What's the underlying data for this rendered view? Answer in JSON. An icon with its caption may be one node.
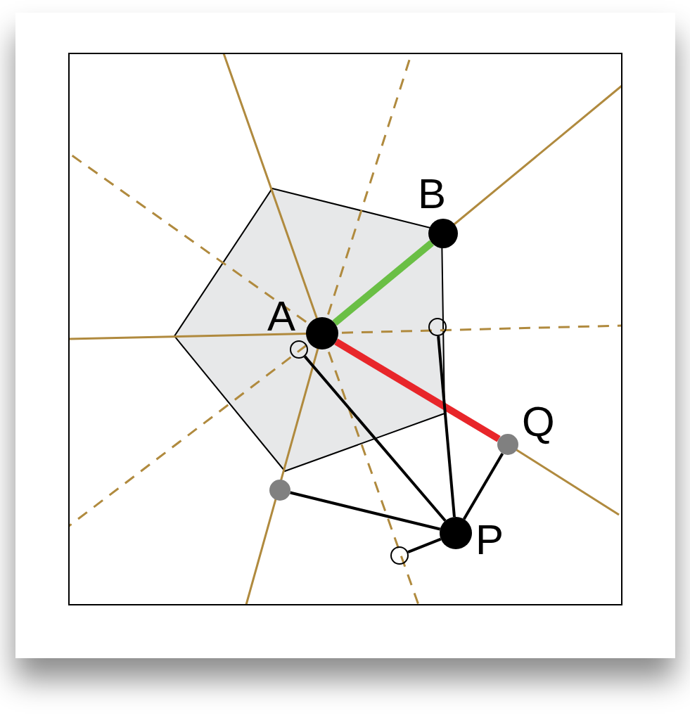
{
  "diagram": {
    "nodes": [
      {
        "text": [],
        "shape": "circle",
        "beside": [
          "B"
        ]
      },
      {
        "text": [],
        "shape": "circle",
        "beside": [
          "A"
        ]
      },
      {
        "text": [],
        "shape": "circle"
      },
      {
        "text": [],
        "shape": "circle"
      },
      {
        "text": [],
        "shape": "circle",
        "beside": [
          "Q"
        ]
      },
      {
        "text": [],
        "shape": "circle"
      },
      {
        "text": [],
        "shape": "circle",
        "beside": [
          "P"
        ]
      },
      {
        "text": [],
        "shape": "circle"
      }
    ],
    "edges": [
      {
        "from": 1,
        "to": 0,
        "arrow": "none",
        "style": "thick",
        "color": "#6abf45"
      },
      {
        "from": 1,
        "to": 4,
        "arrow": "none",
        "style": "thick",
        "color": "#e8262a"
      },
      {
        "from": 6,
        "to": 3,
        "arrow": "none"
      },
      {
        "from": 6,
        "to": 2,
        "arrow": "none"
      },
      {
        "from": 6,
        "to": 4,
        "arrow": "none"
      },
      {
        "from": 6,
        "to": 5,
        "arrow": "none"
      },
      {
        "from": 6,
        "to": 7,
        "arrow": "none"
      }
    ]
  }
}
